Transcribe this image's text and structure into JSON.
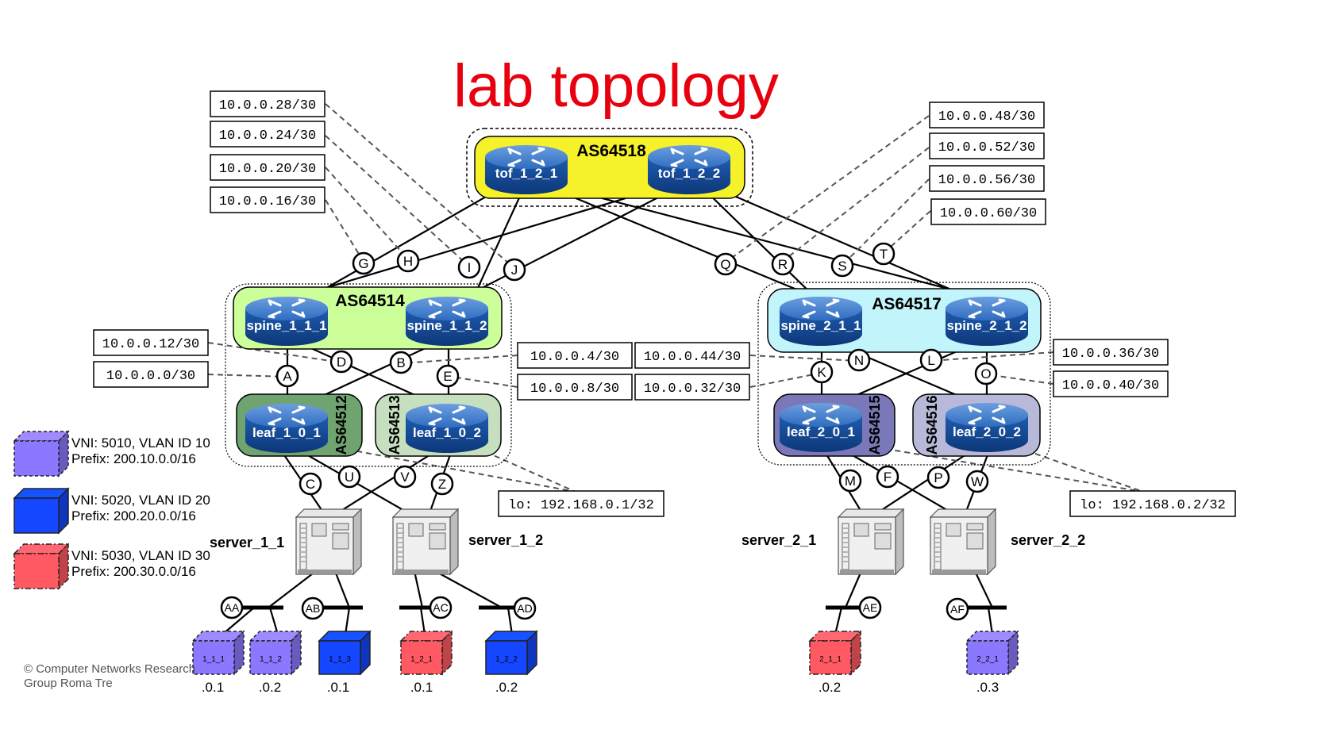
{
  "title": "lab topology",
  "as_groups": {
    "tof": "AS64518",
    "spine1": "AS64514",
    "spine2": "AS64517",
    "leaf101": "AS64512",
    "leaf102": "AS64513",
    "leaf201": "AS64515",
    "leaf202": "AS64516"
  },
  "routers": {
    "tof_1_2_1": "tof_1_2_1",
    "tof_1_2_2": "tof_1_2_2",
    "spine_1_1_1": "spine_1_1_1",
    "spine_1_1_2": "spine_1_1_2",
    "spine_2_1_1": "spine_2_1_1",
    "spine_2_1_2": "spine_2_1_2",
    "leaf_1_0_1": "leaf_1_0_1",
    "leaf_1_0_2": "leaf_1_0_2",
    "leaf_2_0_1": "leaf_2_0_1",
    "leaf_2_0_2": "leaf_2_0_2"
  },
  "servers": {
    "server_1_1": "server_1_1",
    "server_1_2": "server_1_2",
    "server_2_1": "server_2_1",
    "server_2_2": "server_2_2"
  },
  "subnets": {
    "n28": "10.0.0.28/30",
    "n24": "10.0.0.24/30",
    "n20": "10.0.0.20/30",
    "n16": "10.0.0.16/30",
    "n48": "10.0.0.48/30",
    "n52": "10.0.0.52/30",
    "n56": "10.0.0.56/30",
    "n60": "10.0.0.60/30",
    "n12": "10.0.0.12/30",
    "n0": "10.0.0.0/30",
    "n4": "10.0.0.4/30",
    "n8": "10.0.0.8/30",
    "n44": "10.0.0.44/30",
    "n32": "10.0.0.32/30",
    "n36": "10.0.0.36/30",
    "n40": "10.0.0.40/30",
    "lo1": "lo: 192.168.0.1/32",
    "lo2": "lo: 192.168.0.2/32"
  },
  "links": {
    "G": "G",
    "H": "H",
    "I": "I",
    "J": "J",
    "Q": "Q",
    "R": "R",
    "S": "S",
    "T": "T",
    "A": "A",
    "B": "B",
    "D": "D",
    "E": "E",
    "K": "K",
    "L": "L",
    "N": "N",
    "O": "O",
    "C": "C",
    "U": "U",
    "V": "V",
    "Z": "Z",
    "M": "M",
    "F": "F",
    "P": "P",
    "W": "W",
    "AA": "AA",
    "AB": "AB",
    "AC": "AC",
    "AD": "AD",
    "AE": "AE",
    "AF": "AF"
  },
  "hosts": [
    {
      "name": "1_1_1",
      "ip": ".0.1",
      "vni": "5010"
    },
    {
      "name": "1_1_2",
      "ip": ".0.2",
      "vni": "5010"
    },
    {
      "name": "1_1_3",
      "ip": ".0.1",
      "vni": "5020"
    },
    {
      "name": "1_2_1",
      "ip": ".0.1",
      "vni": "5030"
    },
    {
      "name": "1_2_2",
      "ip": ".0.2",
      "vni": "5020"
    },
    {
      "name": "2_1_1",
      "ip": ".0.2",
      "vni": "5030"
    },
    {
      "name": "2_2_1",
      "ip": ".0.3",
      "vni": "5010"
    }
  ],
  "legend": [
    {
      "line1": "VNI: 5010, VLAN ID 10",
      "line2": "Prefix: 200.10.0.0/16",
      "color": "#8a78ff",
      "border": "dashed"
    },
    {
      "line1": "VNI: 5020, VLAN ID 20",
      "line2": "Prefix: 200.20.0.0/16",
      "color": "#1447ff",
      "border": "solid"
    },
    {
      "line1": "VNI: 5030, VLAN ID 30",
      "line2": "Prefix: 200.30.0.0/16",
      "color": "#ff5a63",
      "border": "dashdot"
    }
  ],
  "colors": {
    "title": "#e8000f",
    "tof_group": "#f6f22a",
    "spine1_group": "#ccff99",
    "spine2_group": "#c2f5fb",
    "leaf101": "#6fa36f",
    "leaf102": "#c6dfbf",
    "leaf201": "#7a78b8",
    "leaf202": "#b8b8d8",
    "router": "#1e5aa8"
  },
  "copyright": {
    "line1": "© Computer Networks Research",
    "line2": "Group Roma Tre"
  }
}
